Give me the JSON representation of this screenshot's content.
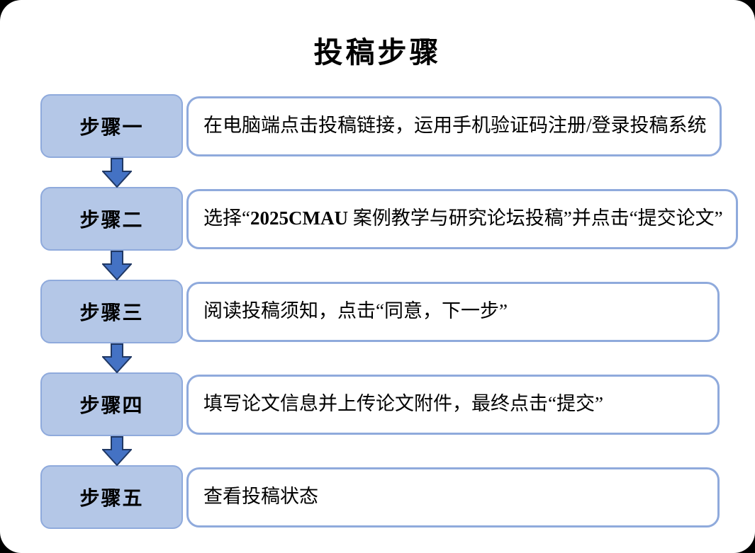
{
  "page": {
    "title": "投稿步骤"
  },
  "flow": {
    "steps": [
      {
        "label": "步骤一",
        "description": "在电脑端点击投稿链接，运用手机验证码注册/登录投稿系统"
      },
      {
        "label": "步骤二",
        "desc_prefix": "选择“",
        "desc_bold": "2025CMAU",
        "desc_suffix": " 案例教学与研究论坛投稿”并点击“提交论文”"
      },
      {
        "label": "步骤三",
        "description": "阅读投稿须知，点击“同意，下一步”"
      },
      {
        "label": "步骤四",
        "description": "填写论文信息并上传论文附件，最终点击“提交”"
      },
      {
        "label": "步骤五",
        "description": "查看投稿状态"
      }
    ],
    "connector_icon": "down-block-arrow"
  },
  "colors": {
    "card_bg": "#ffffff",
    "page_bg": "#000000",
    "label_fill": "#b4c7e7",
    "label_border": "#8faadc",
    "desc_border": "#8faadc",
    "arrow_fill": "#4472c4",
    "arrow_border": "#203864",
    "text": "#000000"
  }
}
